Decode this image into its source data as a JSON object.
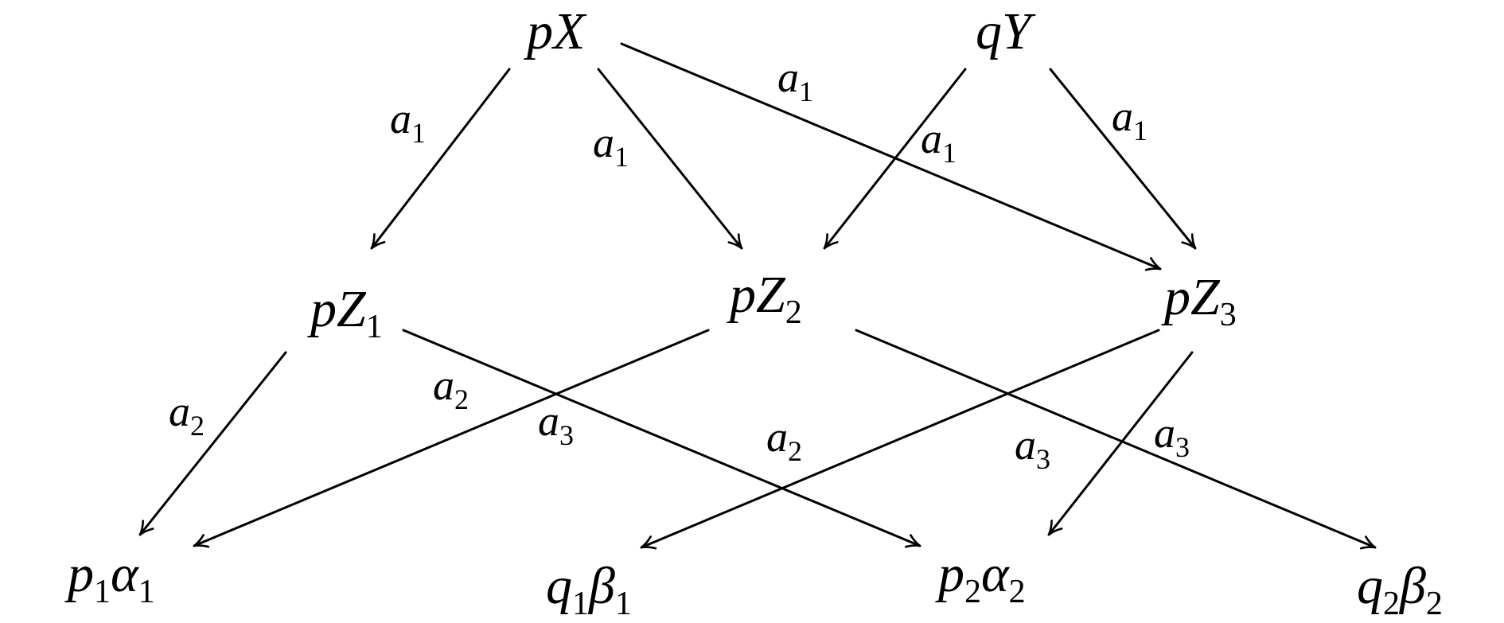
{
  "nodes": {
    "pX": {
      "base": "pX",
      "sub": ""
    },
    "qY": {
      "base": "qY",
      "sub": ""
    },
    "pZ1": {
      "base": "pZ",
      "sub": "1"
    },
    "pZ2": {
      "base": "pZ",
      "sub": "2"
    },
    "pZ3": {
      "base": "pZ",
      "sub": "3"
    },
    "p1a1": {
      "base1": "p",
      "sub1": "1",
      "base2": "α",
      "sub2": "1"
    },
    "q1b1": {
      "base1": "q",
      "sub1": "1",
      "base2": "β",
      "sub2": "1"
    },
    "p2a2": {
      "base1": "p",
      "sub1": "2",
      "base2": "α",
      "sub2": "2"
    },
    "q2b2": {
      "base1": "q",
      "sub1": "2",
      "base2": "β",
      "sub2": "2"
    }
  },
  "edges": [
    {
      "from": "pX",
      "to": "pZ1",
      "label": {
        "base": "a",
        "sub": "1"
      }
    },
    {
      "from": "pX",
      "to": "pZ2",
      "label": {
        "base": "a",
        "sub": "1"
      }
    },
    {
      "from": "pX",
      "to": "pZ3",
      "label": {
        "base": "a",
        "sub": "1"
      }
    },
    {
      "from": "qY",
      "to": "pZ2",
      "label": {
        "base": "a",
        "sub": "1"
      }
    },
    {
      "from": "qY",
      "to": "pZ3",
      "label": {
        "base": "a",
        "sub": "1"
      }
    },
    {
      "from": "pZ1",
      "to": "p1a1",
      "label": {
        "base": "a",
        "sub": "2"
      }
    },
    {
      "from": "pZ1",
      "to": "p2a2",
      "label": {
        "base": "a",
        "sub": "3"
      }
    },
    {
      "from": "pZ2",
      "to": "p1a1",
      "label": {
        "base": "a",
        "sub": "2"
      }
    },
    {
      "from": "pZ2",
      "to": "q2b2",
      "label": {
        "base": "a",
        "sub": "3"
      }
    },
    {
      "from": "pZ3",
      "to": "q1b1",
      "label": {
        "base": "a",
        "sub": "2"
      }
    },
    {
      "from": "pZ3",
      "to": "p2a2",
      "label": {
        "base": "a",
        "sub": "3"
      }
    }
  ]
}
